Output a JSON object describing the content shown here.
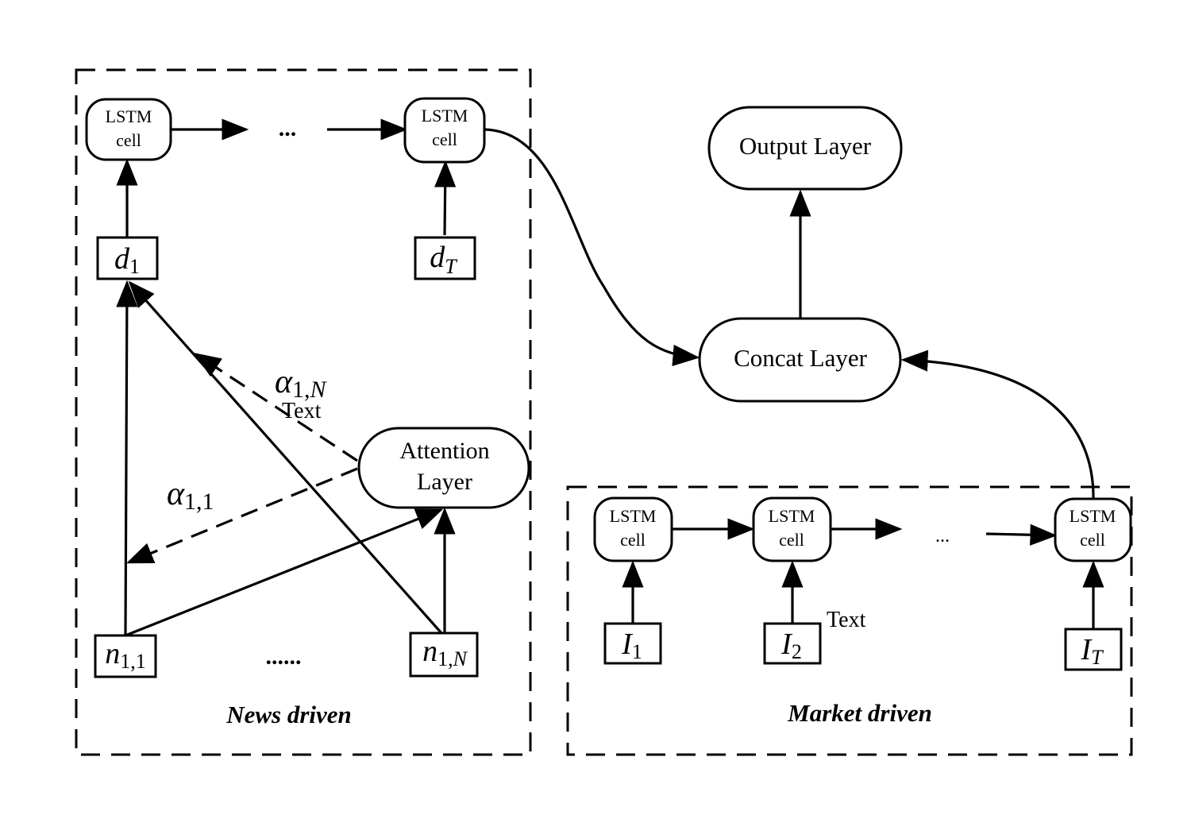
{
  "news_group": {
    "label": "News driven",
    "lstm_first": {
      "line1": "LSTM",
      "line2": "cell"
    },
    "ellipsis": "...",
    "lstm_last": {
      "line1": "LSTM",
      "line2": "cell"
    },
    "d1": {
      "base": "d",
      "sub": "1"
    },
    "dT": {
      "base": "d",
      "sub": "T"
    },
    "alpha_1N": {
      "base": "α",
      "sub": "1,N"
    },
    "alpha_11": {
      "base": "α",
      "sub": "1,1"
    },
    "text_note": "Text",
    "attention": {
      "line1": "Attention",
      "line2": "Layer"
    },
    "n11": {
      "base": "n",
      "sub": "1,1"
    },
    "dots": "......",
    "n1N": {
      "base": "n",
      "sub": "1,N"
    }
  },
  "output_layer": "Output Layer",
  "concat_layer": "Concat Layer",
  "market_group": {
    "label": "Market driven",
    "lstm_1": {
      "line1": "LSTM",
      "line2": "cell"
    },
    "lstm_2": {
      "line1": "LSTM",
      "line2": "cell"
    },
    "ellipsis": "...",
    "lstm_T": {
      "line1": "LSTM",
      "line2": "cell"
    },
    "I1": {
      "base": "I",
      "sub": "1"
    },
    "I2": {
      "base": "I",
      "sub": "2"
    },
    "IT": {
      "base": "I",
      "sub": "T"
    },
    "text_note": "Text"
  }
}
